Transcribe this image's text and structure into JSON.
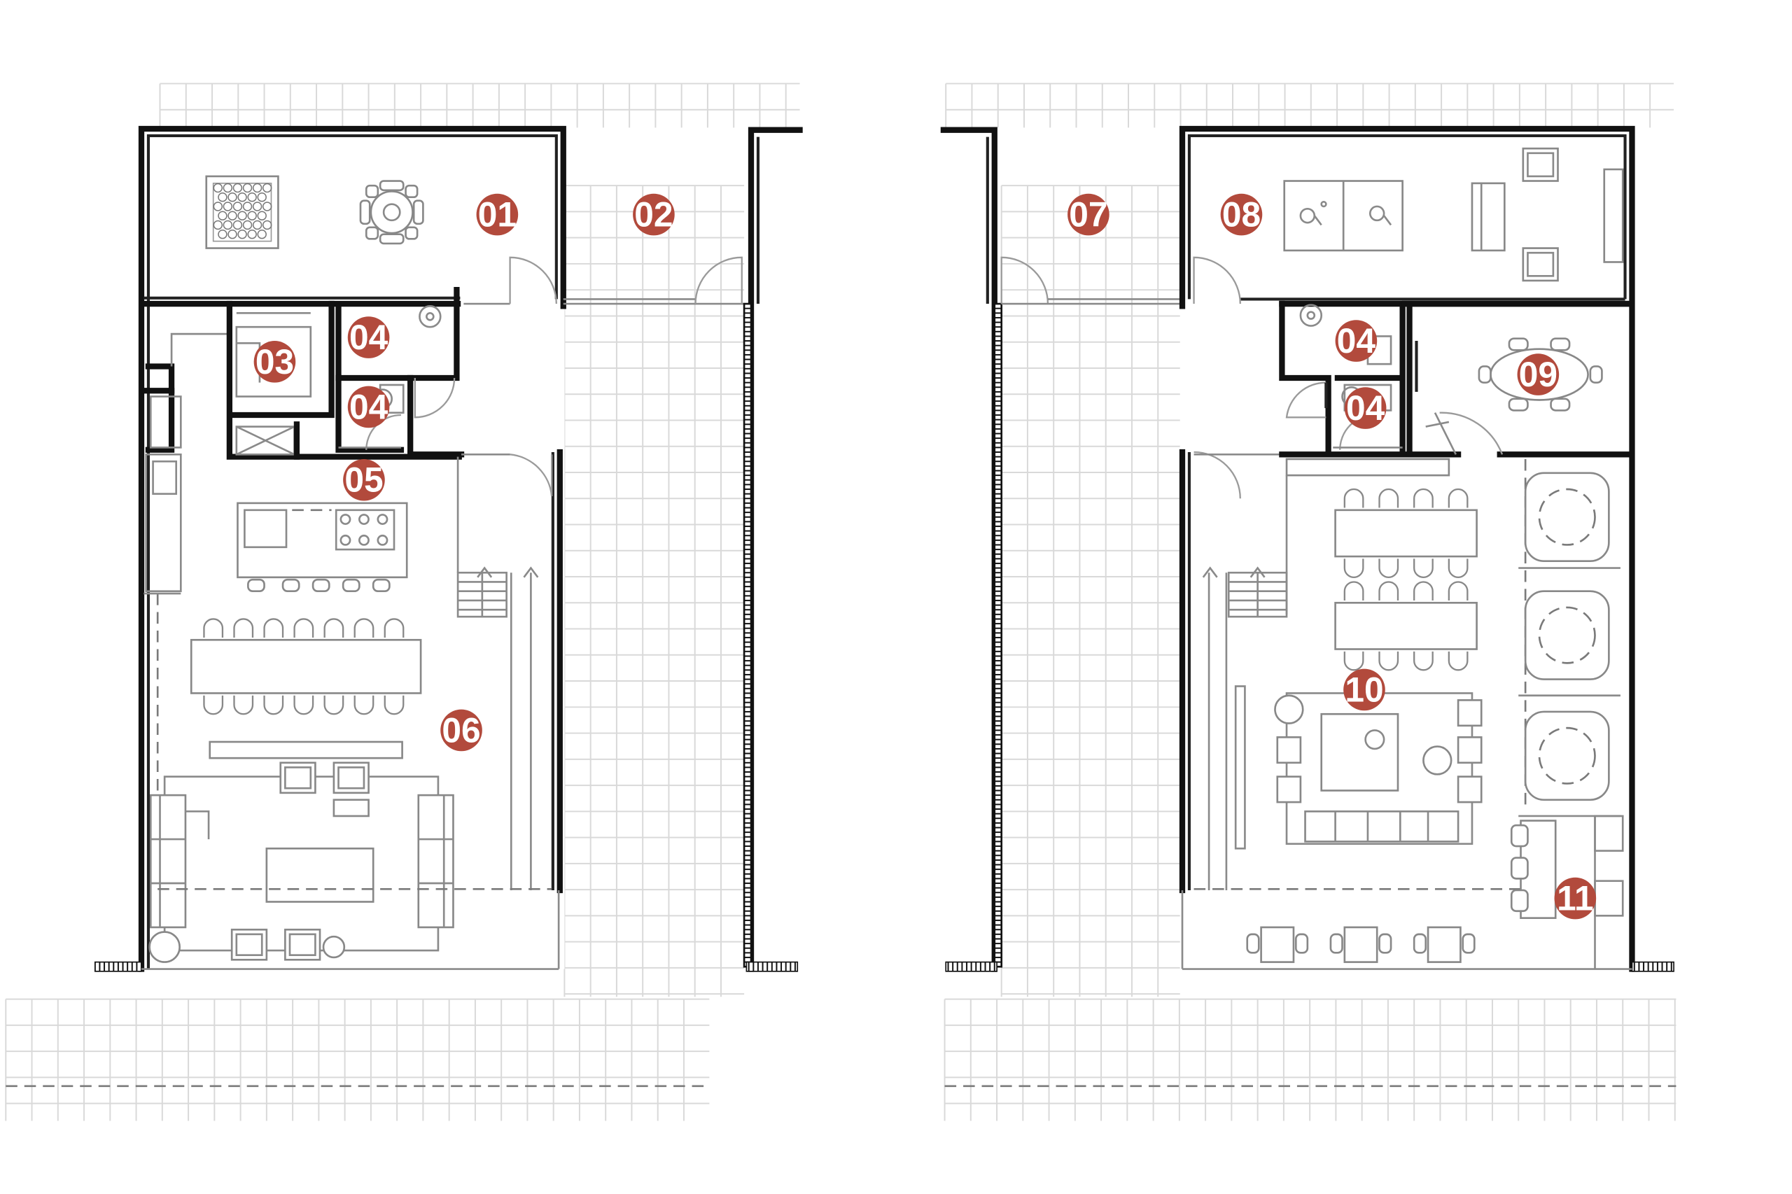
{
  "colors": {
    "marker_fill": "#b24a3c",
    "marker_text": "#ffffff",
    "wall": "#111111",
    "grid": "#d9d9d9",
    "furniture": "#888888"
  },
  "markers": [
    {
      "id": "m01",
      "label": "01"
    },
    {
      "id": "m02",
      "label": "02"
    },
    {
      "id": "m03",
      "label": "03"
    },
    {
      "id": "m04a",
      "label": "04"
    },
    {
      "id": "m04b",
      "label": "04"
    },
    {
      "id": "m05",
      "label": "05"
    },
    {
      "id": "m06",
      "label": "06"
    },
    {
      "id": "m07",
      "label": "07"
    },
    {
      "id": "m08",
      "label": "08"
    },
    {
      "id": "m04c",
      "label": "04"
    },
    {
      "id": "m04d",
      "label": "04"
    },
    {
      "id": "m09",
      "label": "09"
    },
    {
      "id": "m10",
      "label": "10"
    },
    {
      "id": "m11",
      "label": "11"
    }
  ]
}
